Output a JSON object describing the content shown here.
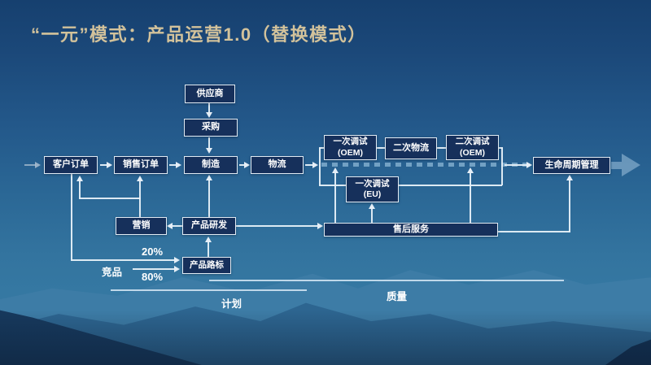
{
  "title": "“一元”模式：产品运营1.0（替换模式）",
  "colors": {
    "title_accent": "#d2c29b",
    "node_fill": "#16305b",
    "node_border": "#e2ecf4",
    "line": "#e6eef6",
    "dash": "#a0c8e4",
    "sky_top": "#16406f",
    "sky_mid": "#2b6896",
    "mountain_dark": "#17395d"
  },
  "nodes": {
    "supplier": {
      "label": "供应商"
    },
    "procurement": {
      "label": "采购"
    },
    "customer_order": {
      "label": "客户订单"
    },
    "sales_order": {
      "label": "销售订单"
    },
    "manufacturing": {
      "label": "制造"
    },
    "logistics": {
      "label": "物流"
    },
    "debug1_oem": {
      "label": "一次调试",
      "sub": "(OEM)"
    },
    "logistics2": {
      "label": "二次物流"
    },
    "debug2_oem": {
      "label": "二次调试",
      "sub": "(OEM)"
    },
    "lifecycle": {
      "label": "生命周期管理"
    },
    "debug1_eu": {
      "label": "一次调试",
      "sub": "(EU)"
    },
    "marketing": {
      "label": "营销"
    },
    "product_rnd": {
      "label": "产品研发"
    },
    "after_sales": {
      "label": "售后服务"
    },
    "roadmap": {
      "label": "产品路标"
    }
  },
  "labels": {
    "pct20": "20%",
    "pct80": "80%",
    "competitor": "竞品",
    "plan": "计划",
    "quality": "质量"
  }
}
